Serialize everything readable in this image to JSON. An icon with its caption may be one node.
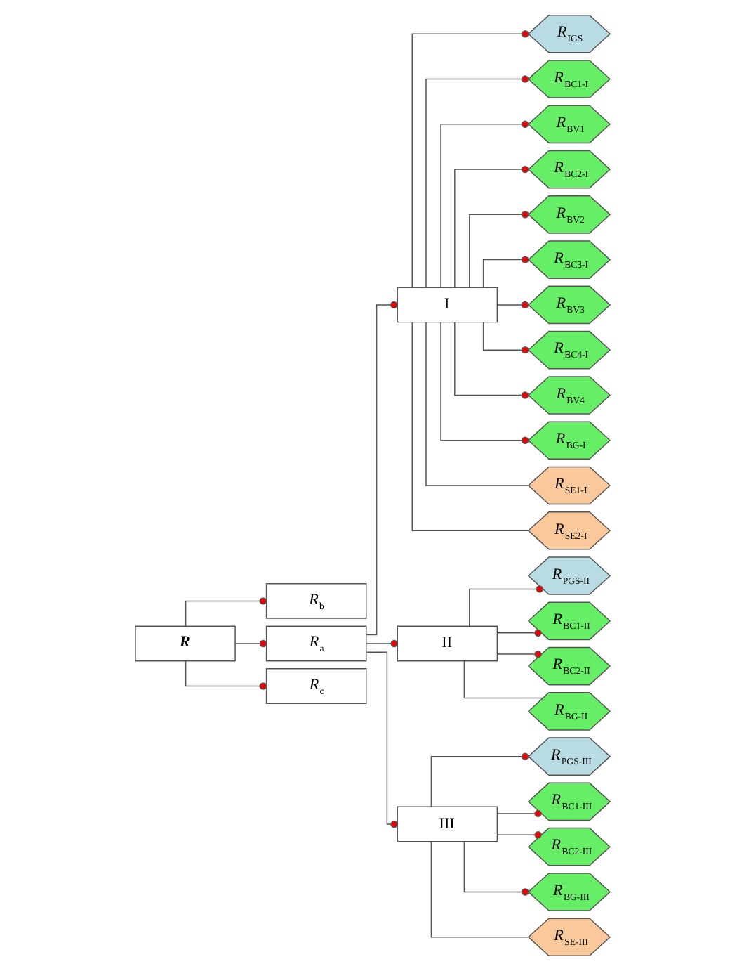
{
  "diagram": {
    "nodes": [
      {
        "text": [
          "R"
        ]
      },
      {
        "text": [
          "R$_{b}$"
        ]
      },
      {
        "text": [
          "R$_{a}$"
        ]
      },
      {
        "text": [
          "R$_{c}$"
        ]
      },
      {
        "text": [
          "I"
        ]
      },
      {
        "text": [
          "II"
        ]
      },
      {
        "text": [
          "III"
        ]
      },
      {
        "text": [
          "R$_{IGS}$"
        ]
      },
      {
        "text": [
          "R$_{BC1-I}$"
        ]
      },
      {
        "text": [
          "R$_{BV1}$"
        ]
      },
      {
        "text": [
          "R$_{BC2-I}$"
        ]
      },
      {
        "text": [
          "R$_{BV2}$"
        ]
      },
      {
        "text": [
          "R$_{BC3-I}$"
        ]
      },
      {
        "text": [
          "R$_{BV3}$"
        ]
      },
      {
        "text": [
          "R$_{BC4-I}$"
        ]
      },
      {
        "text": [
          "R$_{BV4}$"
        ]
      },
      {
        "text": [
          "R$_{BG-I}$"
        ]
      },
      {
        "text": [
          "R$_{SE1-I}$"
        ]
      },
      {
        "text": [
          "R$_{SE2-I}$"
        ]
      },
      {
        "text": [
          "R$_{PGS-II}$"
        ]
      },
      {
        "text": [
          "R$_{BC1-II}$"
        ]
      },
      {
        "text": [
          "R$_{BC2-II}$"
        ]
      },
      {
        "text": [
          "R$_{BG-II}$"
        ]
      },
      {
        "text": [
          "R$_{PGS-III}$"
        ]
      },
      {
        "text": [
          "R$_{BC1-III}$"
        ]
      },
      {
        "text": [
          "R$_{BC2-III}$"
        ]
      },
      {
        "text": [
          "R$_{BG-III}$"
        ]
      },
      {
        "text": [
          "R$_{SE-III}$"
        ]
      }
    ],
    "edges": [
      {
        "from": 0,
        "to": 1,
        "arrow": "other"
      },
      {
        "from": 0,
        "to": 2,
        "arrow": "other"
      },
      {
        "from": 0,
        "to": 3,
        "arrow": "other"
      },
      {
        "from": 2,
        "to": 4,
        "arrow": "other"
      },
      {
        "from": 2,
        "to": 5,
        "arrow": "other"
      },
      {
        "from": 2,
        "to": 6,
        "arrow": "other"
      },
      {
        "from": 4,
        "to": 7,
        "arrow": "other"
      },
      {
        "from": 4,
        "to": 8,
        "arrow": "other"
      },
      {
        "from": 4,
        "to": 9,
        "arrow": "other"
      },
      {
        "from": 4,
        "to": 10,
        "arrow": "other"
      },
      {
        "from": 4,
        "to": 11,
        "arrow": "other"
      },
      {
        "from": 4,
        "to": 12,
        "arrow": "other"
      },
      {
        "from": 4,
        "to": 13,
        "arrow": "other"
      },
      {
        "from": 4,
        "to": 14,
        "arrow": "other"
      },
      {
        "from": 4,
        "to": 15,
        "arrow": "other"
      },
      {
        "from": 4,
        "to": 16,
        "arrow": "other"
      },
      {
        "from": 4,
        "to": 17,
        "arrow": "none"
      },
      {
        "from": 4,
        "to": 18,
        "arrow": "none"
      },
      {
        "from": 5,
        "to": 19,
        "arrow": "other"
      },
      {
        "from": 5,
        "to": 20,
        "arrow": "other"
      },
      {
        "from": 5,
        "to": 21,
        "arrow": "other"
      },
      {
        "from": 5,
        "to": 22,
        "arrow": "none"
      },
      {
        "from": 6,
        "to": 23,
        "arrow": "other"
      },
      {
        "from": 6,
        "to": 24,
        "arrow": "other"
      },
      {
        "from": 6,
        "to": 25,
        "arrow": "other"
      },
      {
        "from": 6,
        "to": 26,
        "arrow": "other"
      },
      {
        "from": 6,
        "to": 27,
        "arrow": "none"
      }
    ]
  }
}
